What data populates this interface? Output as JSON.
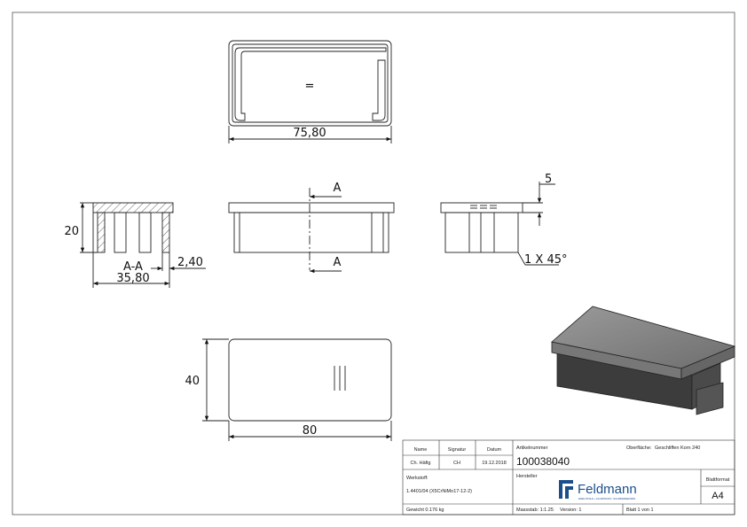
{
  "dimensions": {
    "top_width": "75,80",
    "section_height": "20",
    "section_label": "A-A",
    "section_width": "35,80",
    "wall_thickness": "2,40",
    "section_marker": "A",
    "side_offset": "5",
    "chamfer": "1 X 45°",
    "bottom_height": "40",
    "bottom_width": "80",
    "top_symbol": "="
  },
  "title_block": {
    "name_label": "Name",
    "signature_label": "Signatur",
    "date_label": "Datum",
    "name_value": "Ch. Häfig",
    "signature_value": "CH",
    "date_value": "19.12.2018",
    "article_label": "Artikelnummer",
    "article_value": "100038040",
    "surface_label": "Oberfläche:",
    "surface_value": "Geschliffen Korn 240",
    "material_label": "Werkstoff:",
    "material_value": "1.4401/04 (X5CrNiMo17-12-2)",
    "maker_label": "Hersteller",
    "brand": "Feldmann",
    "brand_tagline": "EDELSTAHL • ALUMINIUM • SCHMIEDEEISEN",
    "format_label": "Blattformat",
    "format_value": "A4",
    "weight": "Gewicht 0.176 kg",
    "scale": "Massstab: 1:1.25",
    "version": "Version: 1",
    "sheet": "Blatt 1 von 1"
  }
}
